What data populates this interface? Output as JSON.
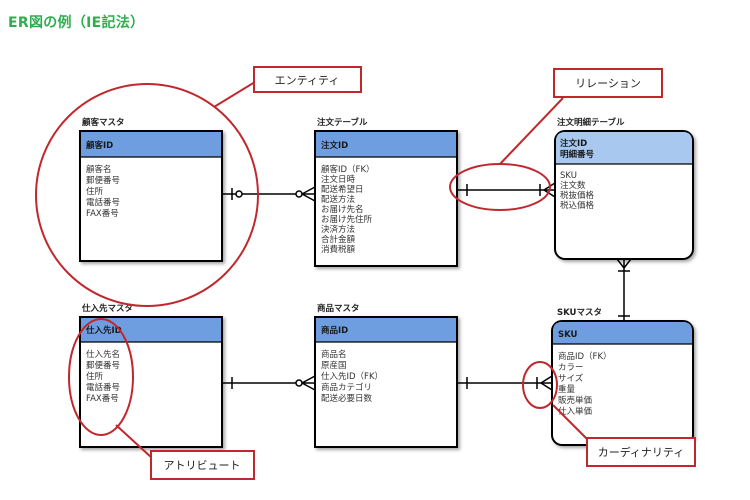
{
  "title": "ER図の例（IE記法）",
  "entities": {
    "customer": {
      "label": "顧客マスタ",
      "pk": [
        "顧客ID"
      ],
      "attrs": [
        "顧客名",
        "郵便番号",
        "住所",
        "電話番号",
        "FAX番号"
      ]
    },
    "order": {
      "label": "注文テーブル",
      "pk": [
        "注文ID"
      ],
      "attrs": [
        "顧客ID（FK）",
        "注文日時",
        "配送希望日",
        "配送方法",
        "お届け先名",
        "お届け先住所",
        "決済方法",
        "合計金額",
        "消費税額"
      ]
    },
    "order_detail": {
      "label": "注文明細テーブル",
      "pk": [
        "注文ID",
        "明細番号"
      ],
      "attrs": [
        "SKU",
        "注文数",
        "税抜価格",
        "税込価格"
      ]
    },
    "supplier": {
      "label": "仕入先マスタ",
      "pk": [
        "仕入先ID"
      ],
      "attrs": [
        "仕入先名",
        "郵便番号",
        "住所",
        "電話番号",
        "FAX番号"
      ]
    },
    "product": {
      "label": "商品マスタ",
      "pk": [
        "商品ID"
      ],
      "attrs": [
        "商品名",
        "原産国",
        "仕入先ID（FK）",
        "商品カテゴリ",
        "配送必要日数"
      ]
    },
    "sku": {
      "label": "SKUマスタ",
      "pk": [
        "SKU"
      ],
      "attrs": [
        "商品ID（FK）",
        "カラー",
        "サイズ",
        "重量",
        "販売単価",
        "仕入単価"
      ]
    }
  },
  "callouts": {
    "entity": "エンティティ",
    "relation": "リレーション",
    "attribute": "アトリビュート",
    "cardinality": "カーディナリティ"
  },
  "colors": {
    "title": "#2eae4f",
    "header_dark": "#6f9ee0",
    "header_light": "#a8c8ef",
    "annotation": "#c0282d"
  }
}
